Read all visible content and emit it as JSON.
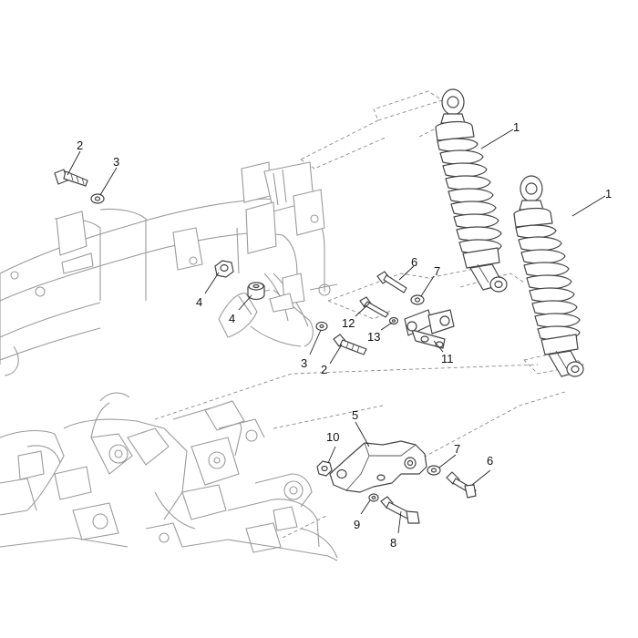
{
  "callouts": {
    "shock_absorber_a": "1",
    "shock_absorber_b": "1",
    "screw_upper": "2",
    "screw_lower": "2",
    "washer_upper": "3",
    "washer_lower": "3",
    "nut_a": "4",
    "nut_b": "4",
    "bracket": "5",
    "bolt_upper": "6",
    "bolt_lower": "6",
    "washer_7_upper": "7",
    "washer_7_lower": "7",
    "bolt_8": "8",
    "washer_9": "9",
    "nut_10": "10",
    "link_11": "11",
    "bolt_12": "12",
    "washer_13": "13"
  }
}
